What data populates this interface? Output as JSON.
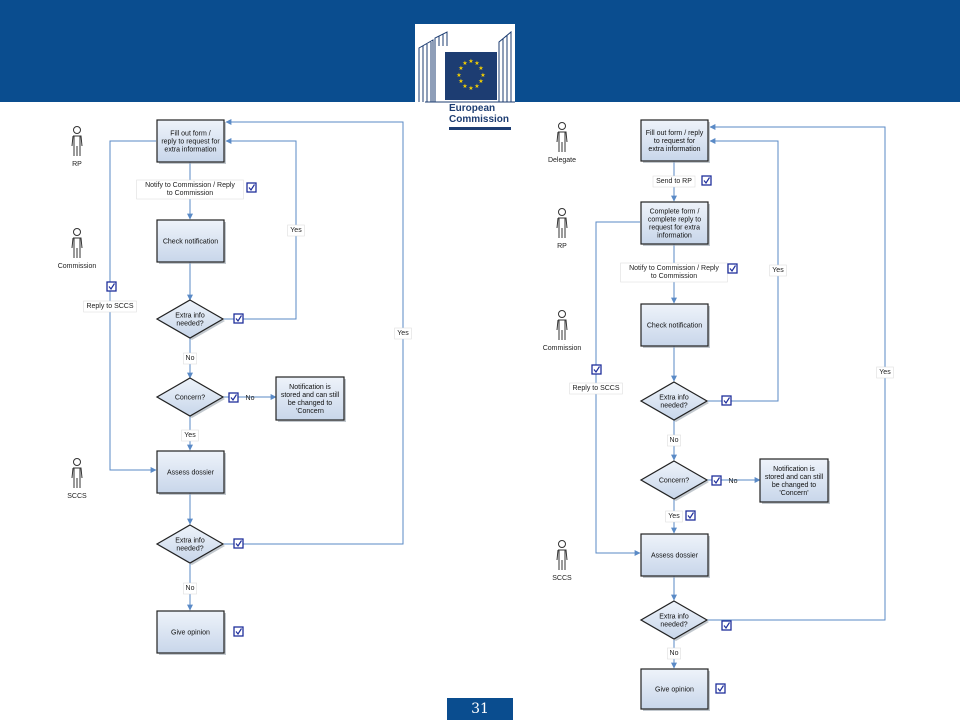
{
  "logo": {
    "line1": "European",
    "line2": "Commission"
  },
  "page_number": "31",
  "colors": {
    "header": "#0a4d8f",
    "node_fill": "#c8d6ea",
    "connector": "#5a8ac6",
    "checkbox": "#1f2f9c"
  },
  "left": {
    "actors": {
      "rp": "RP",
      "commission": "Commission",
      "sccs": "SCCS"
    },
    "nodes": {
      "fill": [
        "Fill out form /",
        "reply to request for",
        "extra information"
      ],
      "check": [
        "Check notification"
      ],
      "extra1": [
        "Extra info",
        "needed?"
      ],
      "concern": [
        "Concern?"
      ],
      "stored": [
        "Notification is",
        "stored and can still",
        "be changed to",
        "'Concern"
      ],
      "assess": [
        "Assess dossier"
      ],
      "extra2": [
        "Extra info",
        "needed?"
      ],
      "opinion": [
        "Give opinion"
      ]
    },
    "labels": {
      "notify": [
        "Notify to Commission / Reply",
        "to Commission"
      ],
      "reply_sccs": "Reply to SCCS",
      "yes_inner": "Yes",
      "yes_outer": "Yes",
      "no1": "No",
      "no_concern": "No",
      "yes_concern": "Yes",
      "no2": "No"
    }
  },
  "right": {
    "actors": {
      "delegate": "Delegate",
      "rp": "RP",
      "commission": "Commission",
      "sccs": "SCCS"
    },
    "nodes": {
      "fill": [
        "Fill out form / reply",
        "to request for",
        "extra information"
      ],
      "complete": [
        "Complete form /",
        "complete reply to",
        "request for extra",
        "information"
      ],
      "check": [
        "Check notification"
      ],
      "extra1": [
        "Extra info",
        "needed?"
      ],
      "concern": [
        "Concern?"
      ],
      "stored": [
        "Notification is",
        "stored and can still",
        "be changed to",
        "'Concern'"
      ],
      "assess": [
        "Assess dossier"
      ],
      "extra2": [
        "Extra info",
        "needed?"
      ],
      "opinion": [
        "Give opinion"
      ]
    },
    "labels": {
      "send_rp": "Send to RP",
      "notify": [
        "Notify to Commission / Reply",
        "to Commission"
      ],
      "reply_sccs": "Reply to SCCS",
      "yes_inner": "Yes",
      "yes_outer": "Yes",
      "no1": "No",
      "no_concern": "No",
      "yes_concern": "Yes",
      "no2": "No"
    }
  }
}
